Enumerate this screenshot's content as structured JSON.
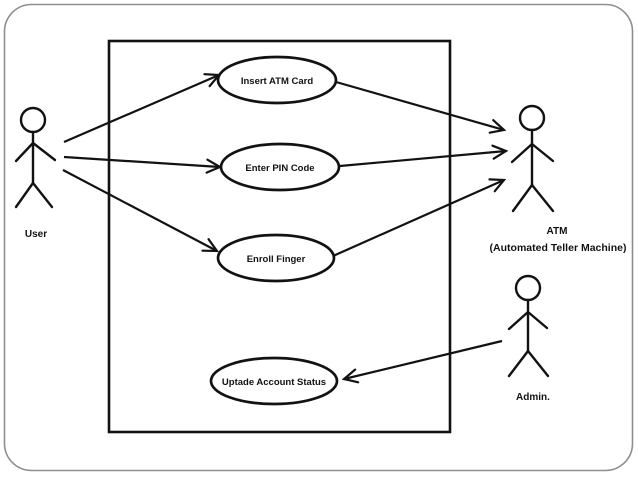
{
  "colors": {
    "background": "#ffffff",
    "ink": "#121212",
    "frame": "#8f8f8f"
  },
  "diagram": {
    "type": "uml-use-case-diagram",
    "actors": [
      {
        "id": "user",
        "label": "User"
      },
      {
        "id": "atm",
        "label": "ATM",
        "sublabel": "(Automated Teller Machine)"
      },
      {
        "id": "admin",
        "label": "Admin."
      }
    ],
    "use_cases": [
      {
        "id": "insert-atm-card",
        "label": "Insert ATM Card"
      },
      {
        "id": "enter-pin-code",
        "label": "Enter PIN Code"
      },
      {
        "id": "enroll-finger",
        "label": "Enroll Finger"
      },
      {
        "id": "uptade-account-status",
        "label": "Uptade Account Status"
      }
    ],
    "connections": [
      {
        "from": "User",
        "to": "Insert ATM Card"
      },
      {
        "from": "User",
        "to": "Enter PIN Code"
      },
      {
        "from": "User",
        "to": "Enroll Finger"
      },
      {
        "from": "Insert ATM Card",
        "to": "ATM"
      },
      {
        "from": "Enter PIN Code",
        "to": "ATM"
      },
      {
        "from": "Enroll Finger",
        "to": "ATM"
      },
      {
        "from": "Admin.",
        "to": "Uptade Account Status"
      }
    ]
  }
}
